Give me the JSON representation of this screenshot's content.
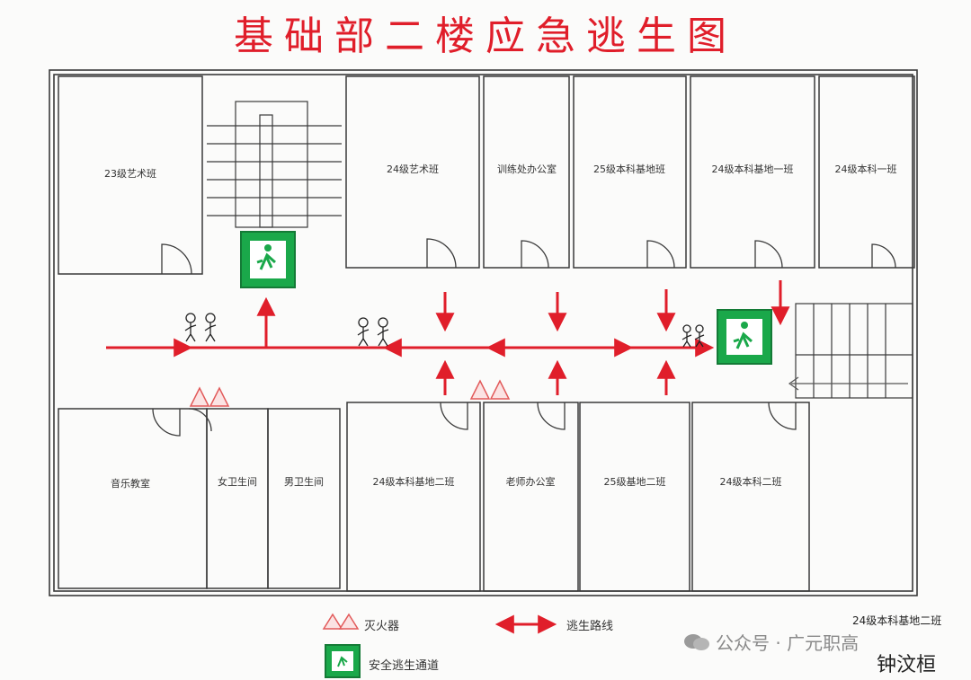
{
  "title": "基础部二楼应急逃生图",
  "rooms_top": [
    {
      "id": "r1",
      "label": "23级艺术班"
    },
    {
      "id": "r2",
      "label": "24级艺术班"
    },
    {
      "id": "r3",
      "label": "训练处办公室"
    },
    {
      "id": "r4",
      "label": "25级本科基地班"
    },
    {
      "id": "r5",
      "label": "24级本科基地一班"
    },
    {
      "id": "r6",
      "label": "24级本科一班"
    }
  ],
  "rooms_bottom": [
    {
      "id": "b1",
      "label": "音乐教室"
    },
    {
      "id": "b2",
      "label": "女卫生间"
    },
    {
      "id": "b3",
      "label": "男卫生间"
    },
    {
      "id": "b4",
      "label": "24级本科基地二班"
    },
    {
      "id": "b5",
      "label": "老师办公室"
    },
    {
      "id": "b6",
      "label": "25级基地二班"
    },
    {
      "id": "b7",
      "label": "24级本科二班"
    }
  ],
  "legend": {
    "extinguisher": "灭火器",
    "escape_route": "逃生路线",
    "safe_exit": "安全逃生通道"
  },
  "signature": {
    "class": "24级本科基地二班",
    "name": "钟汶桓"
  },
  "watermark": "公众号 · 广元职高",
  "colors": {
    "route": "#e01e2a",
    "exit_sign": "#1aa84a",
    "wall": "#3a3a3a",
    "extinguisher": "#e25a5a"
  }
}
